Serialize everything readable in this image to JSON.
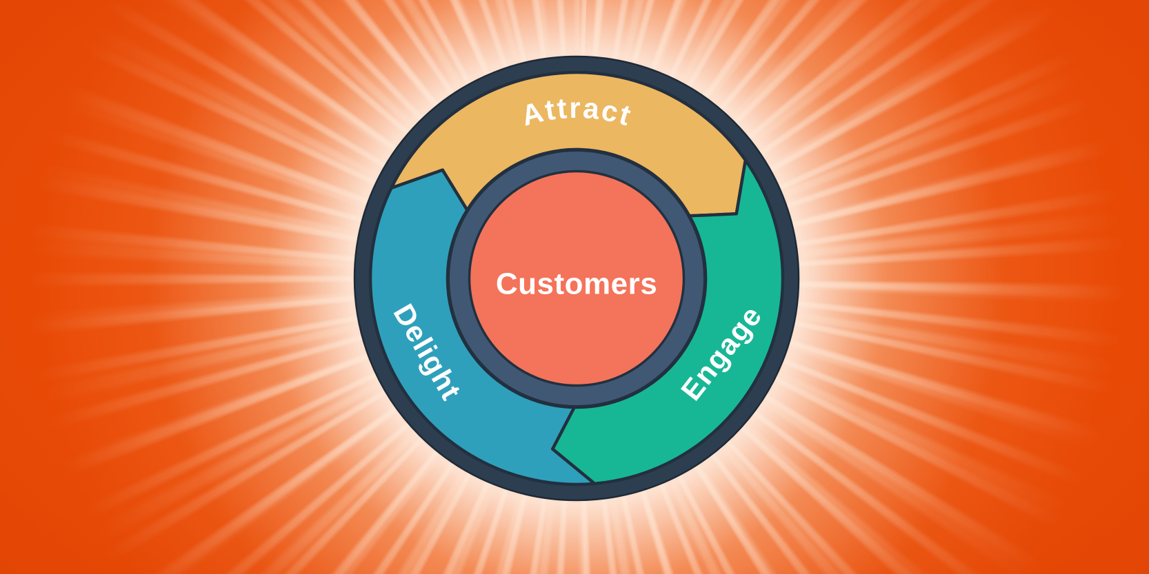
{
  "diagram": {
    "type": "flywheel",
    "center_label": "Customers",
    "segments": [
      {
        "id": "attract",
        "label": "Attract",
        "color": "#ECB761"
      },
      {
        "id": "engage",
        "label": "Engage",
        "color": "#17B795"
      },
      {
        "id": "delight",
        "label": "Delight",
        "color": "#2FA0BB"
      }
    ],
    "colors": {
      "background": "#EA4B06",
      "ray_glow": "#FFF0E4",
      "outer_ring": "#2D3E50",
      "inner_ring": "#405874",
      "center_circle": "#F4735B",
      "outline": "#22303F",
      "label_text": "#FFFFFF"
    }
  }
}
